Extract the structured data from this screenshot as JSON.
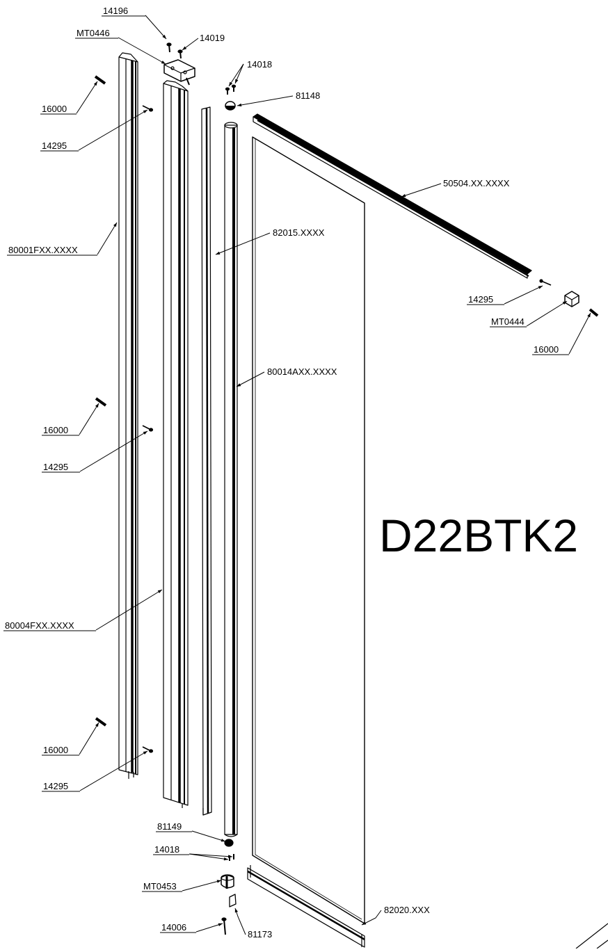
{
  "title": "D22BTK2",
  "parts": [
    {
      "id": "p14196",
      "text": "14196",
      "underline": true
    },
    {
      "id": "pMT0446",
      "text": "MT0446",
      "underline": true
    },
    {
      "id": "p14019",
      "text": "14019",
      "underline": false
    },
    {
      "id": "p14018top",
      "text": "14018",
      "underline": false
    },
    {
      "id": "p81148",
      "text": "81148",
      "underline": false
    },
    {
      "id": "p16000a",
      "text": "16000",
      "underline": true
    },
    {
      "id": "p14295a",
      "text": "14295",
      "underline": true
    },
    {
      "id": "p50504",
      "text": "50504.XX.XXXX",
      "underline": false
    },
    {
      "id": "p82015",
      "text": "82015.XXXX",
      "underline": false
    },
    {
      "id": "p80001",
      "text": "80001FXX.XXXX",
      "underline": true
    },
    {
      "id": "p14295r",
      "text": "14295",
      "underline": true
    },
    {
      "id": "pMT0444",
      "text": "MT0444",
      "underline": true
    },
    {
      "id": "p16000r",
      "text": "16000",
      "underline": true
    },
    {
      "id": "p80014",
      "text": "80014AXX.XXXX",
      "underline": false
    },
    {
      "id": "p16000b",
      "text": "16000",
      "underline": true
    },
    {
      "id": "p14295b",
      "text": "14295",
      "underline": true
    },
    {
      "id": "p80004",
      "text": "80004FXX.XXXX",
      "underline": true
    },
    {
      "id": "p16000c",
      "text": "16000",
      "underline": true
    },
    {
      "id": "p14295c",
      "text": "14295",
      "underline": true
    },
    {
      "id": "p81149",
      "text": "81149",
      "underline": true
    },
    {
      "id": "p14018bot",
      "text": "14018",
      "underline": true
    },
    {
      "id": "pMT0453",
      "text": "MT0453",
      "underline": true
    },
    {
      "id": "p82020",
      "text": "82020.XXX",
      "underline": false
    },
    {
      "id": "p14006",
      "text": "14006",
      "underline": true
    },
    {
      "id": "p81173",
      "text": "81173",
      "underline": false
    }
  ]
}
